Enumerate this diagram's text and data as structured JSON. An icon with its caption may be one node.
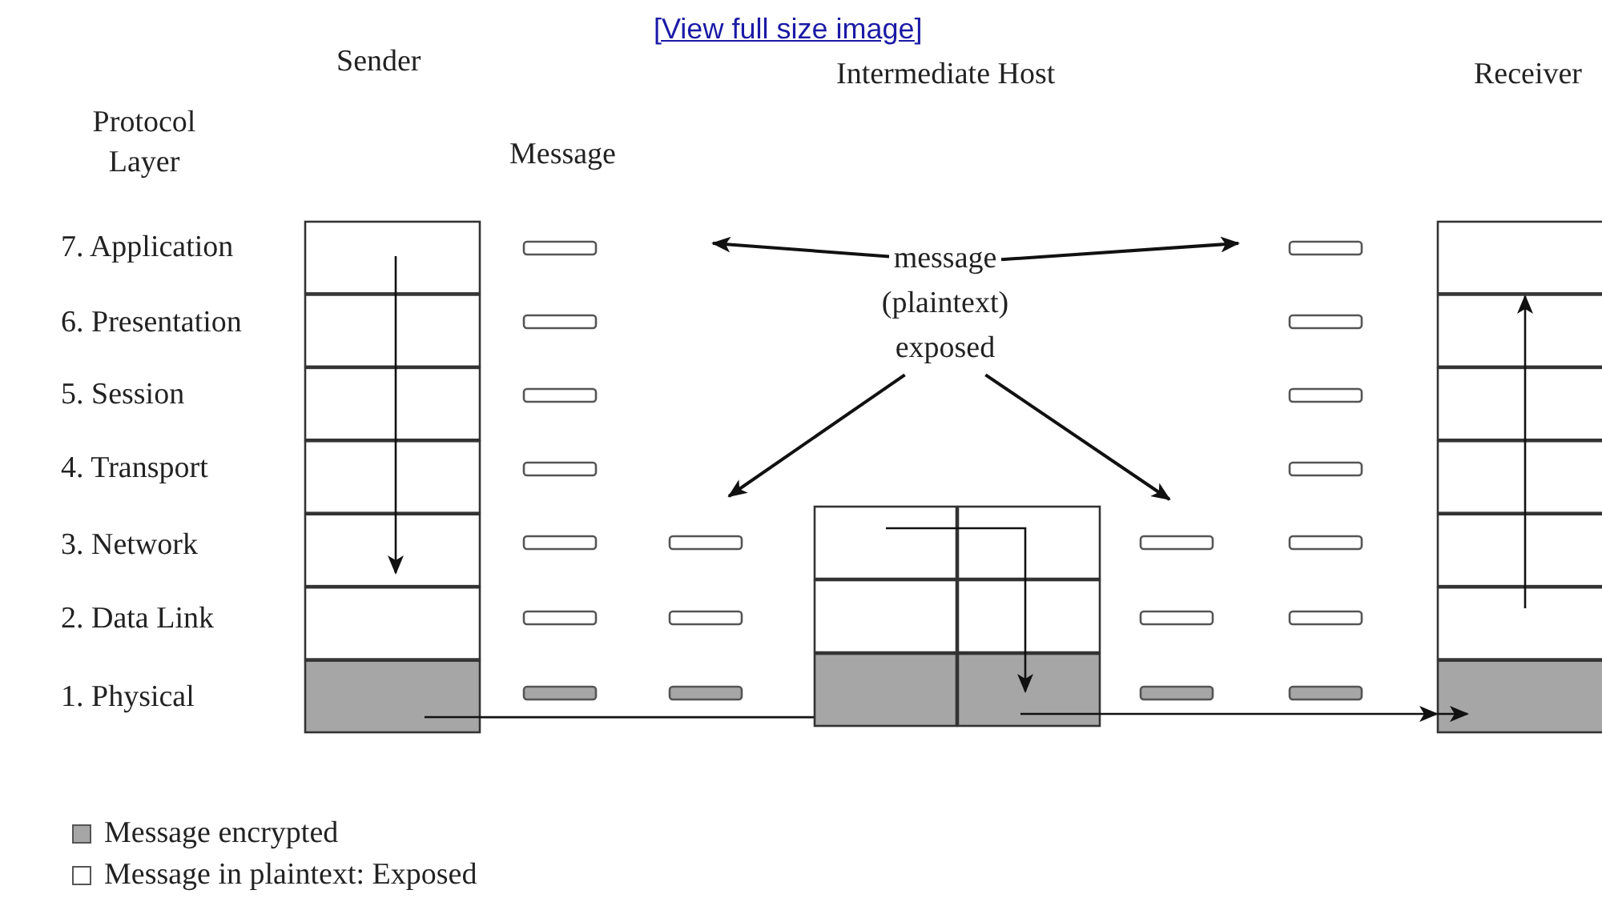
{
  "diagram": {
    "nodes": [
      {
        "text": [],
        "shape": "box"
      },
      {
        "text": [
          "message (plaintext) exposed"
        ]
      },
      {
        "text": [],
        "shape": "box"
      },
      {
        "text": [],
        "shape": "box"
      }
    ],
    "edges": [
      {
        "from": 1,
        "to": null,
        "arrow": "to"
      },
      {
        "from": 1,
        "to": null,
        "arrow": "to"
      },
      {
        "from": 1,
        "to": null,
        "arrow": "to"
      },
      {
        "from": 1,
        "to": null,
        "arrow": "to"
      },
      {
        "from": 0,
        "to": 3,
        "arrow": "to"
      },
      {
        "from": 3,
        "to": 2,
        "arrow": "to"
      }
    ],
    "labels": [
      "[View full size image]",
      "Sender",
      "Intermediate Host",
      "Receiver",
      "Protocol Layer",
      "Message",
      "7. Application",
      "6. Presentation",
      "5. Session",
      "4. Transport",
      "3. Network",
      "2. Data Link",
      "1. Physical"
    ],
    "legend": [
      {
        "text": "Message encrypted",
        "color": "#a6a6a6"
      },
      {
        "text": "Message in plaintext: Exposed",
        "color": "#ffffff"
      }
    ]
  }
}
